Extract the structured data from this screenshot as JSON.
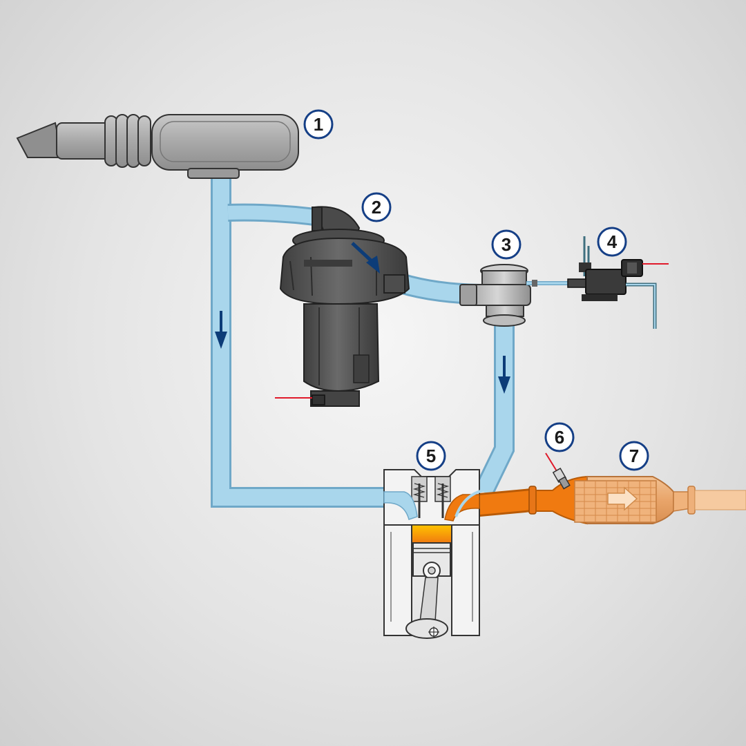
{
  "diagram": {
    "callouts": [
      {
        "id": "air-filter",
        "label": "1"
      },
      {
        "id": "secondary-air-pump",
        "label": "2"
      },
      {
        "id": "combi-valve",
        "label": "3"
      },
      {
        "id": "solenoid-valve",
        "label": "4"
      },
      {
        "id": "engine-cylinder",
        "label": "5"
      },
      {
        "id": "lambda-sensor",
        "label": "6"
      },
      {
        "id": "catalytic-converter",
        "label": "7"
      }
    ],
    "colors": {
      "air_pipe": "#a9d6ec",
      "air_pipe_outline": "#6fa8c8",
      "flow_arrow": "#0c3c78",
      "exhaust": "#f07a10",
      "component_dark": "#555555",
      "component_light": "#b3b3b3",
      "callout_ring": "#153f86",
      "wire_red": "#e0192a"
    }
  }
}
